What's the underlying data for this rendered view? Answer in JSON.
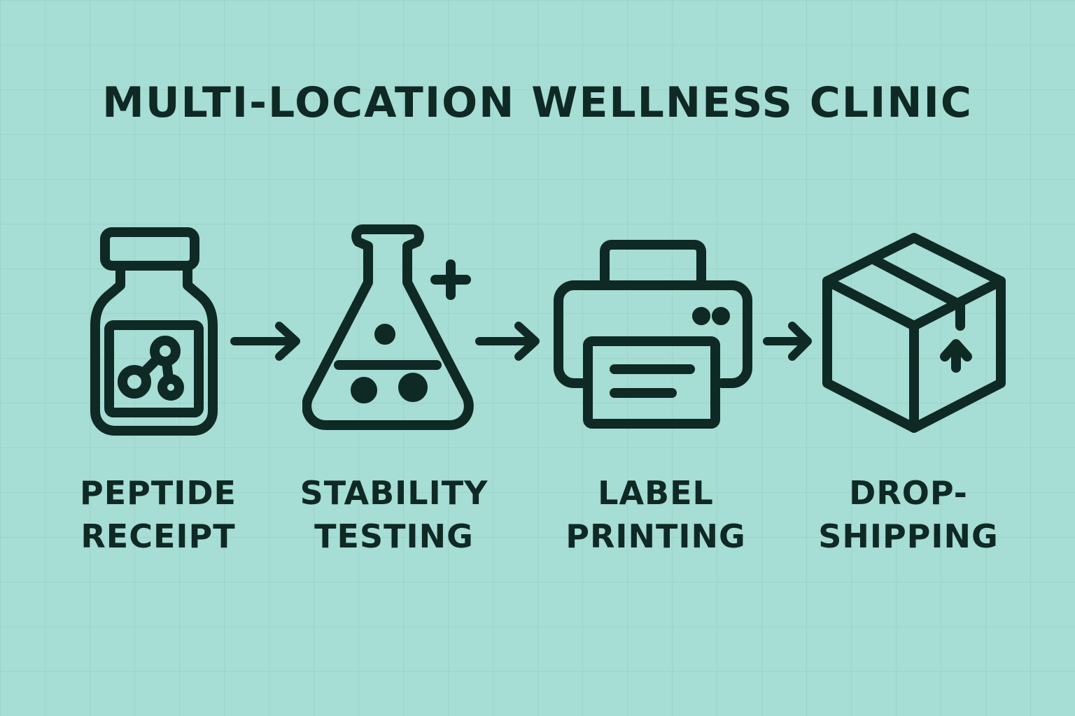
{
  "title": "MULTI-LOCATION WELLNESS CLINIC",
  "colors": {
    "background": "#a6ddd4",
    "ink": "#0f2924"
  },
  "steps": [
    {
      "icon": "peptide-vial-icon",
      "line1": "PEPTIDE",
      "line2": "RECEIPT"
    },
    {
      "icon": "flask-icon",
      "line1": "STABILITY",
      "line2": "TESTING"
    },
    {
      "icon": "printer-icon",
      "line1": "LABEL",
      "line2": "PRINTING"
    },
    {
      "icon": "box-icon",
      "line1": "DROP-",
      "line2": "SHIPPING"
    }
  ],
  "connectors": [
    "arrow-right-icon",
    "arrow-right-icon",
    "arrow-right-icon"
  ]
}
